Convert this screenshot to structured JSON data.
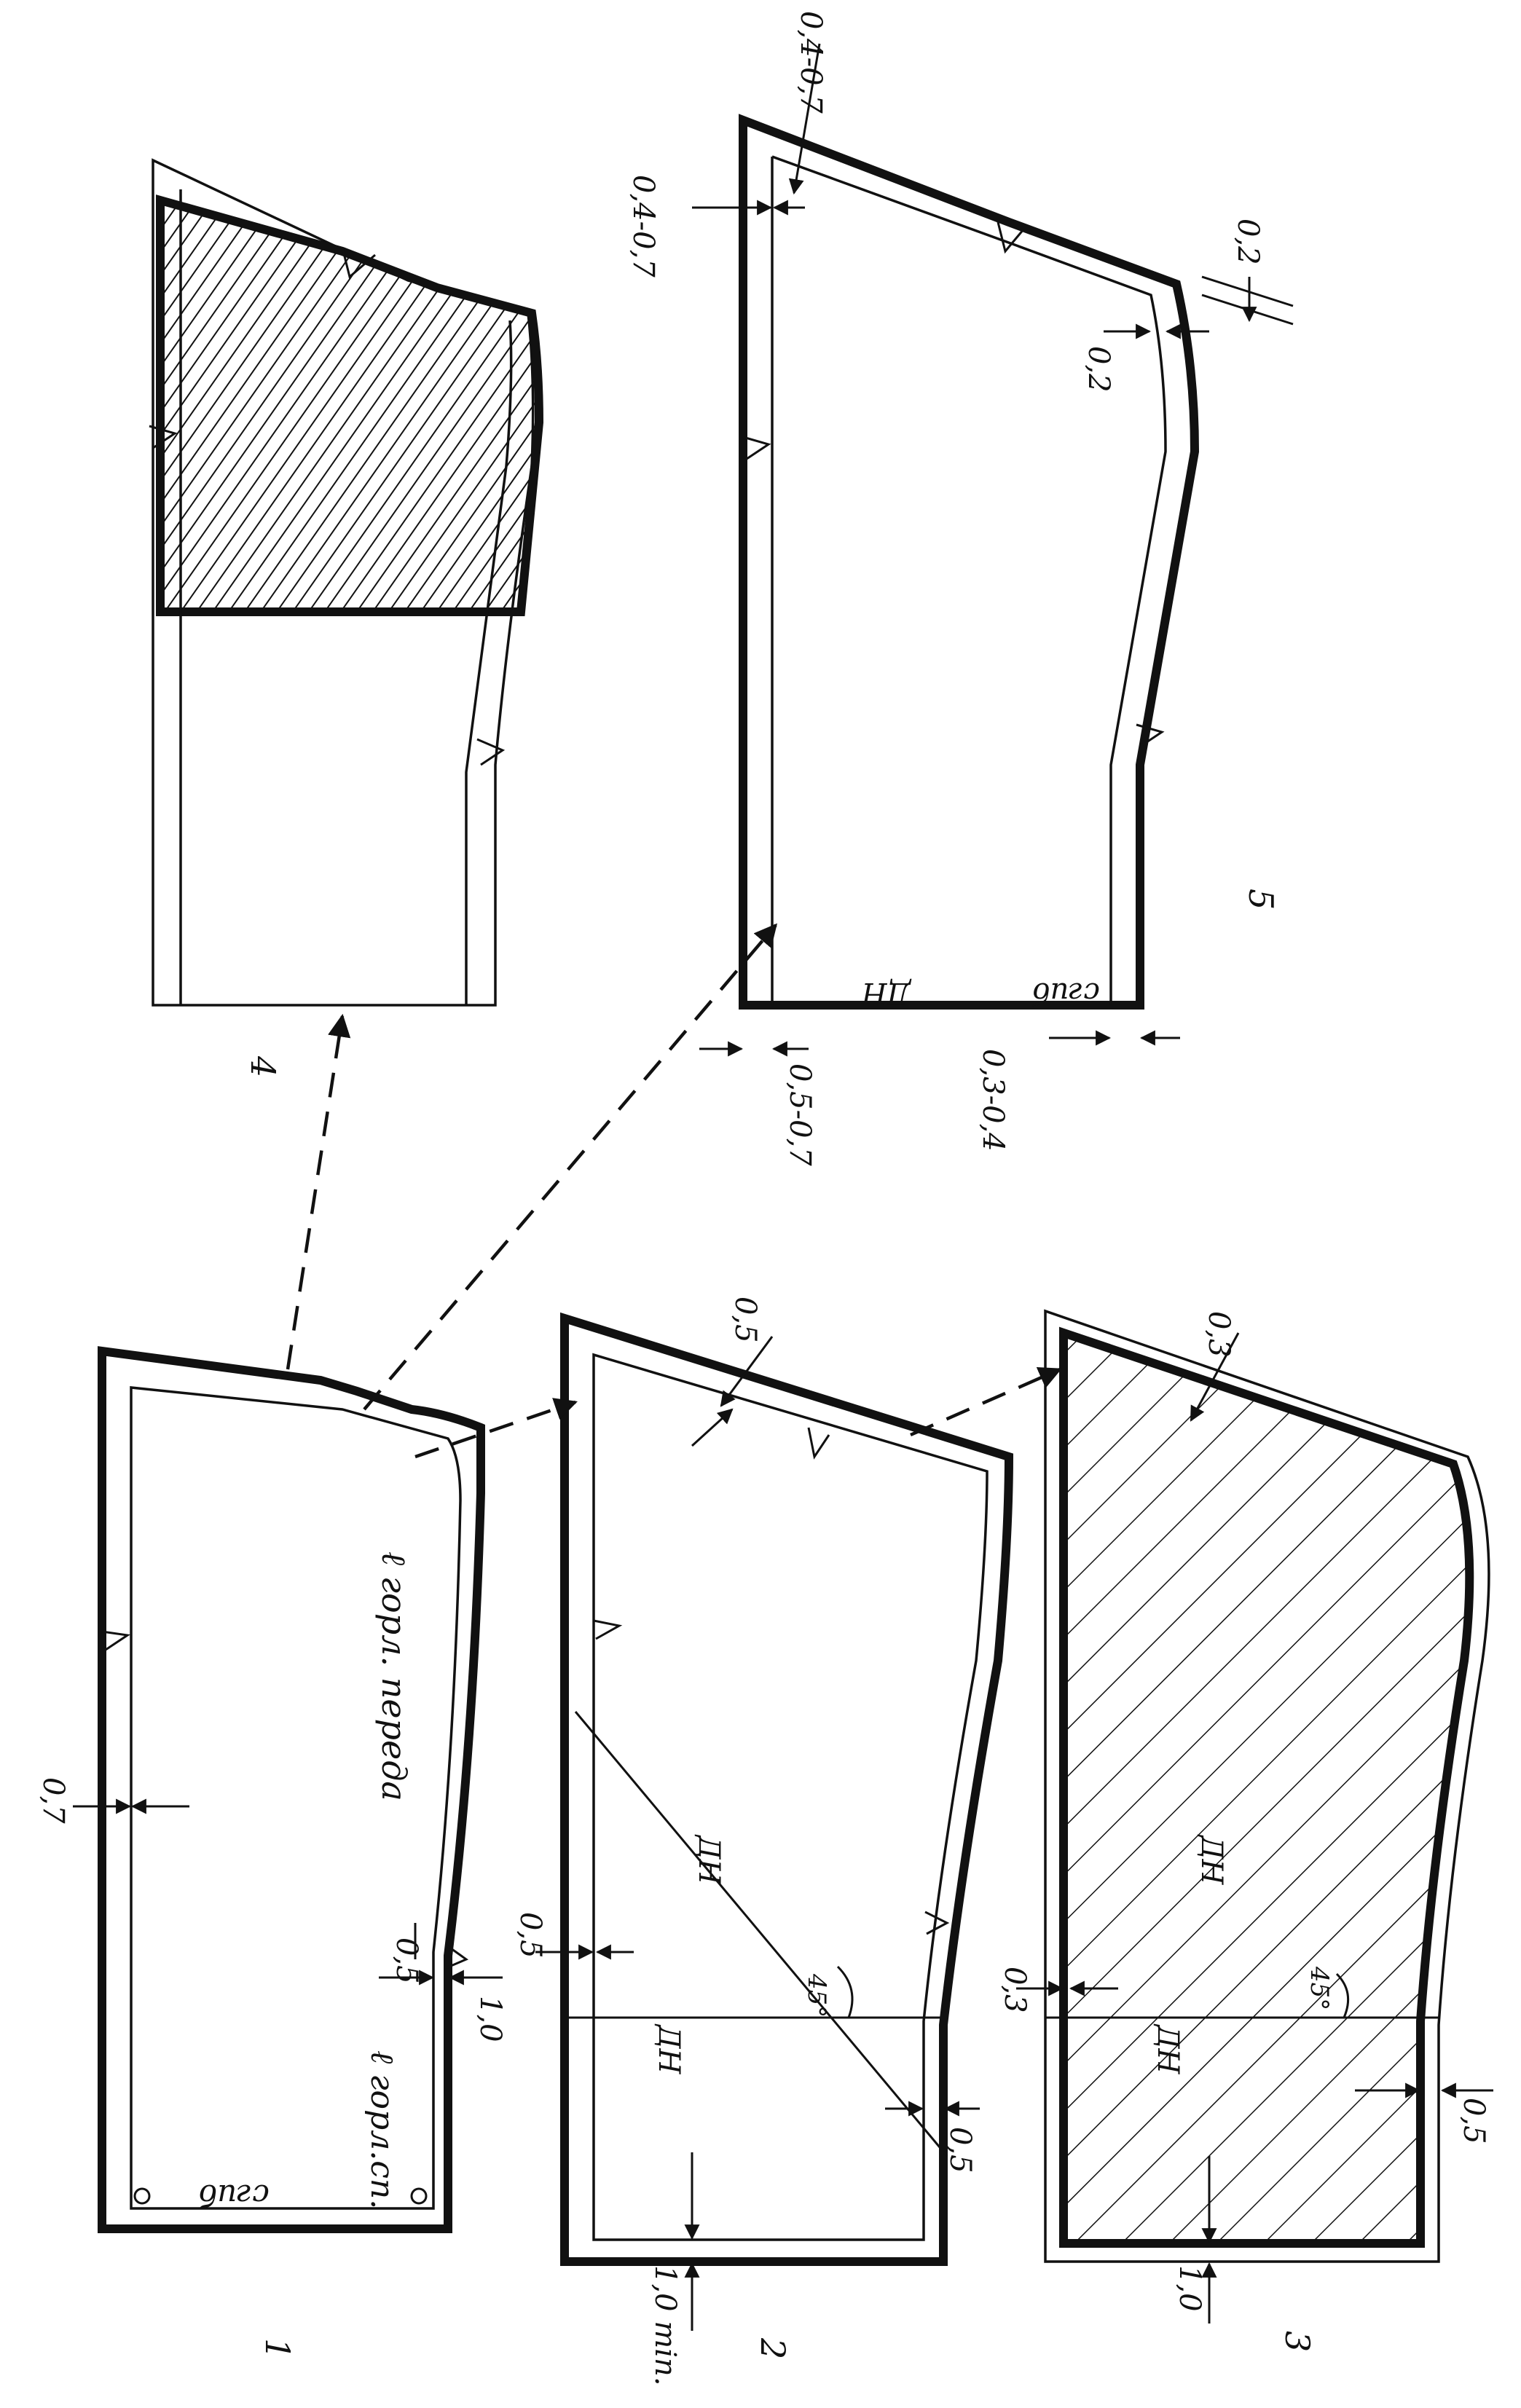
{
  "figure_numbers": [
    "1",
    "2",
    "3",
    "4",
    "5"
  ],
  "piece1": {
    "allowance_top": "0,7",
    "allowance_side": "1,0",
    "notch_offset": "0,5",
    "label_neck_back": "ℓ горл.сп.",
    "label_neck_front": "ℓ горл. переда",
    "label_fold": "сгиб"
  },
  "piece2": {
    "allowance_right": "0,5",
    "allowance_top": "0,5",
    "allowance_bottom": "0,5",
    "allowance_left": "1,0 min.",
    "angle": "45°",
    "label_bias": "ДН",
    "label_grain": "ДН"
  },
  "piece3": {
    "allowance_right": "0,3",
    "allowance_top": "0,3",
    "allowance_bottom": "0,5",
    "allowance_left": "1,0",
    "angle": "45°",
    "label_bias": "ДН",
    "label_grain": "ДН"
  },
  "piece5": {
    "allowance_neck_a": "0,4-0,7",
    "allowance_neck_b": "0,4-0,7",
    "allowance_corner": "0,2",
    "allowance_side": "0,2",
    "allowance_left_a": "0,5-0,7",
    "allowance_left_b": "0,3-0,4",
    "label_grain": "ДН",
    "label_fold": "сгиб"
  }
}
